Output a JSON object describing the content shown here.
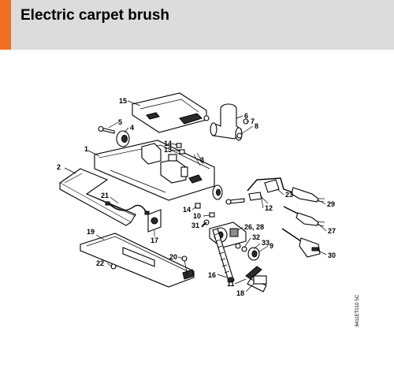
{
  "header": {
    "title": "Electric carpet brush",
    "accent_color": "#f37021",
    "background_color": "#dcdcdc"
  },
  "diagram": {
    "callouts": [
      "15",
      "6",
      "5",
      "4",
      "7",
      "8",
      "14",
      "13",
      "1",
      "3",
      "2",
      "21",
      "23",
      "29",
      "14",
      "10",
      "12",
      "31",
      "26, 28",
      "27",
      "32",
      "33",
      "9",
      "19",
      "17",
      "22",
      "20",
      "30",
      "16",
      "11",
      "18"
    ],
    "drawing_code": "6411ET010 SC"
  }
}
